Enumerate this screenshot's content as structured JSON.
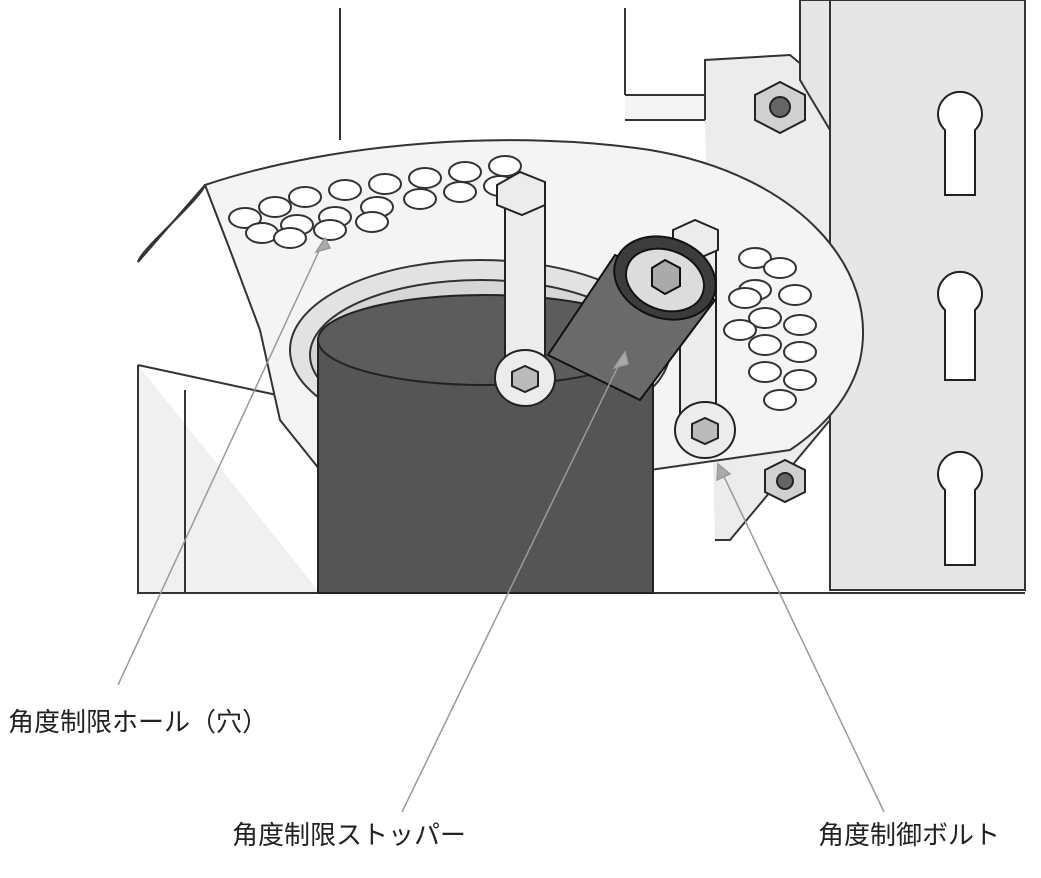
{
  "labels": {
    "angle_limit_holes": "角度制限ホール（穴）",
    "angle_limit_stopper": "角度制限ストッパー",
    "angle_control_bolt": "角度制御ボルト"
  },
  "colors": {
    "line": "#333333",
    "panel_fill": "#e8e8e8",
    "light_fill": "#f4f4f4",
    "dark_part": "#555555",
    "stopper": "#6a6a6a",
    "leader": "#9a9a9a",
    "arrow": "#aaaaaa"
  },
  "icons": {
    "figure": "mechanical-assembly-drawing"
  }
}
